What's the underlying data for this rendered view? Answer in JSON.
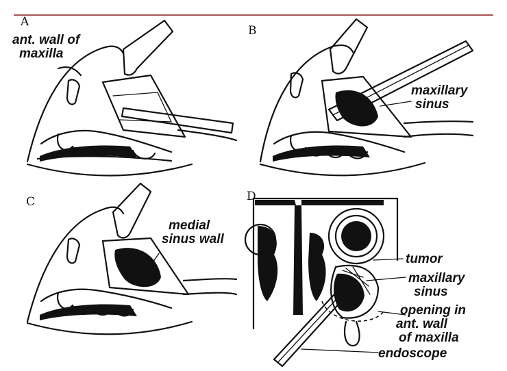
{
  "accent_color": "#8b1a1a",
  "panels": [
    {
      "letter": "A",
      "labels": [
        "ant. wall of",
        "maxilla"
      ]
    },
    {
      "letter": "B",
      "labels": [
        "maxillary",
        "sinus"
      ]
    },
    {
      "letter": "C",
      "labels": [
        "medial",
        "sinus wall"
      ]
    },
    {
      "letter": "D",
      "labels": [
        "tumor",
        "maxillary",
        "sinus",
        "opening in",
        "ant. wall",
        "of maxilla",
        "endoscope"
      ]
    }
  ]
}
